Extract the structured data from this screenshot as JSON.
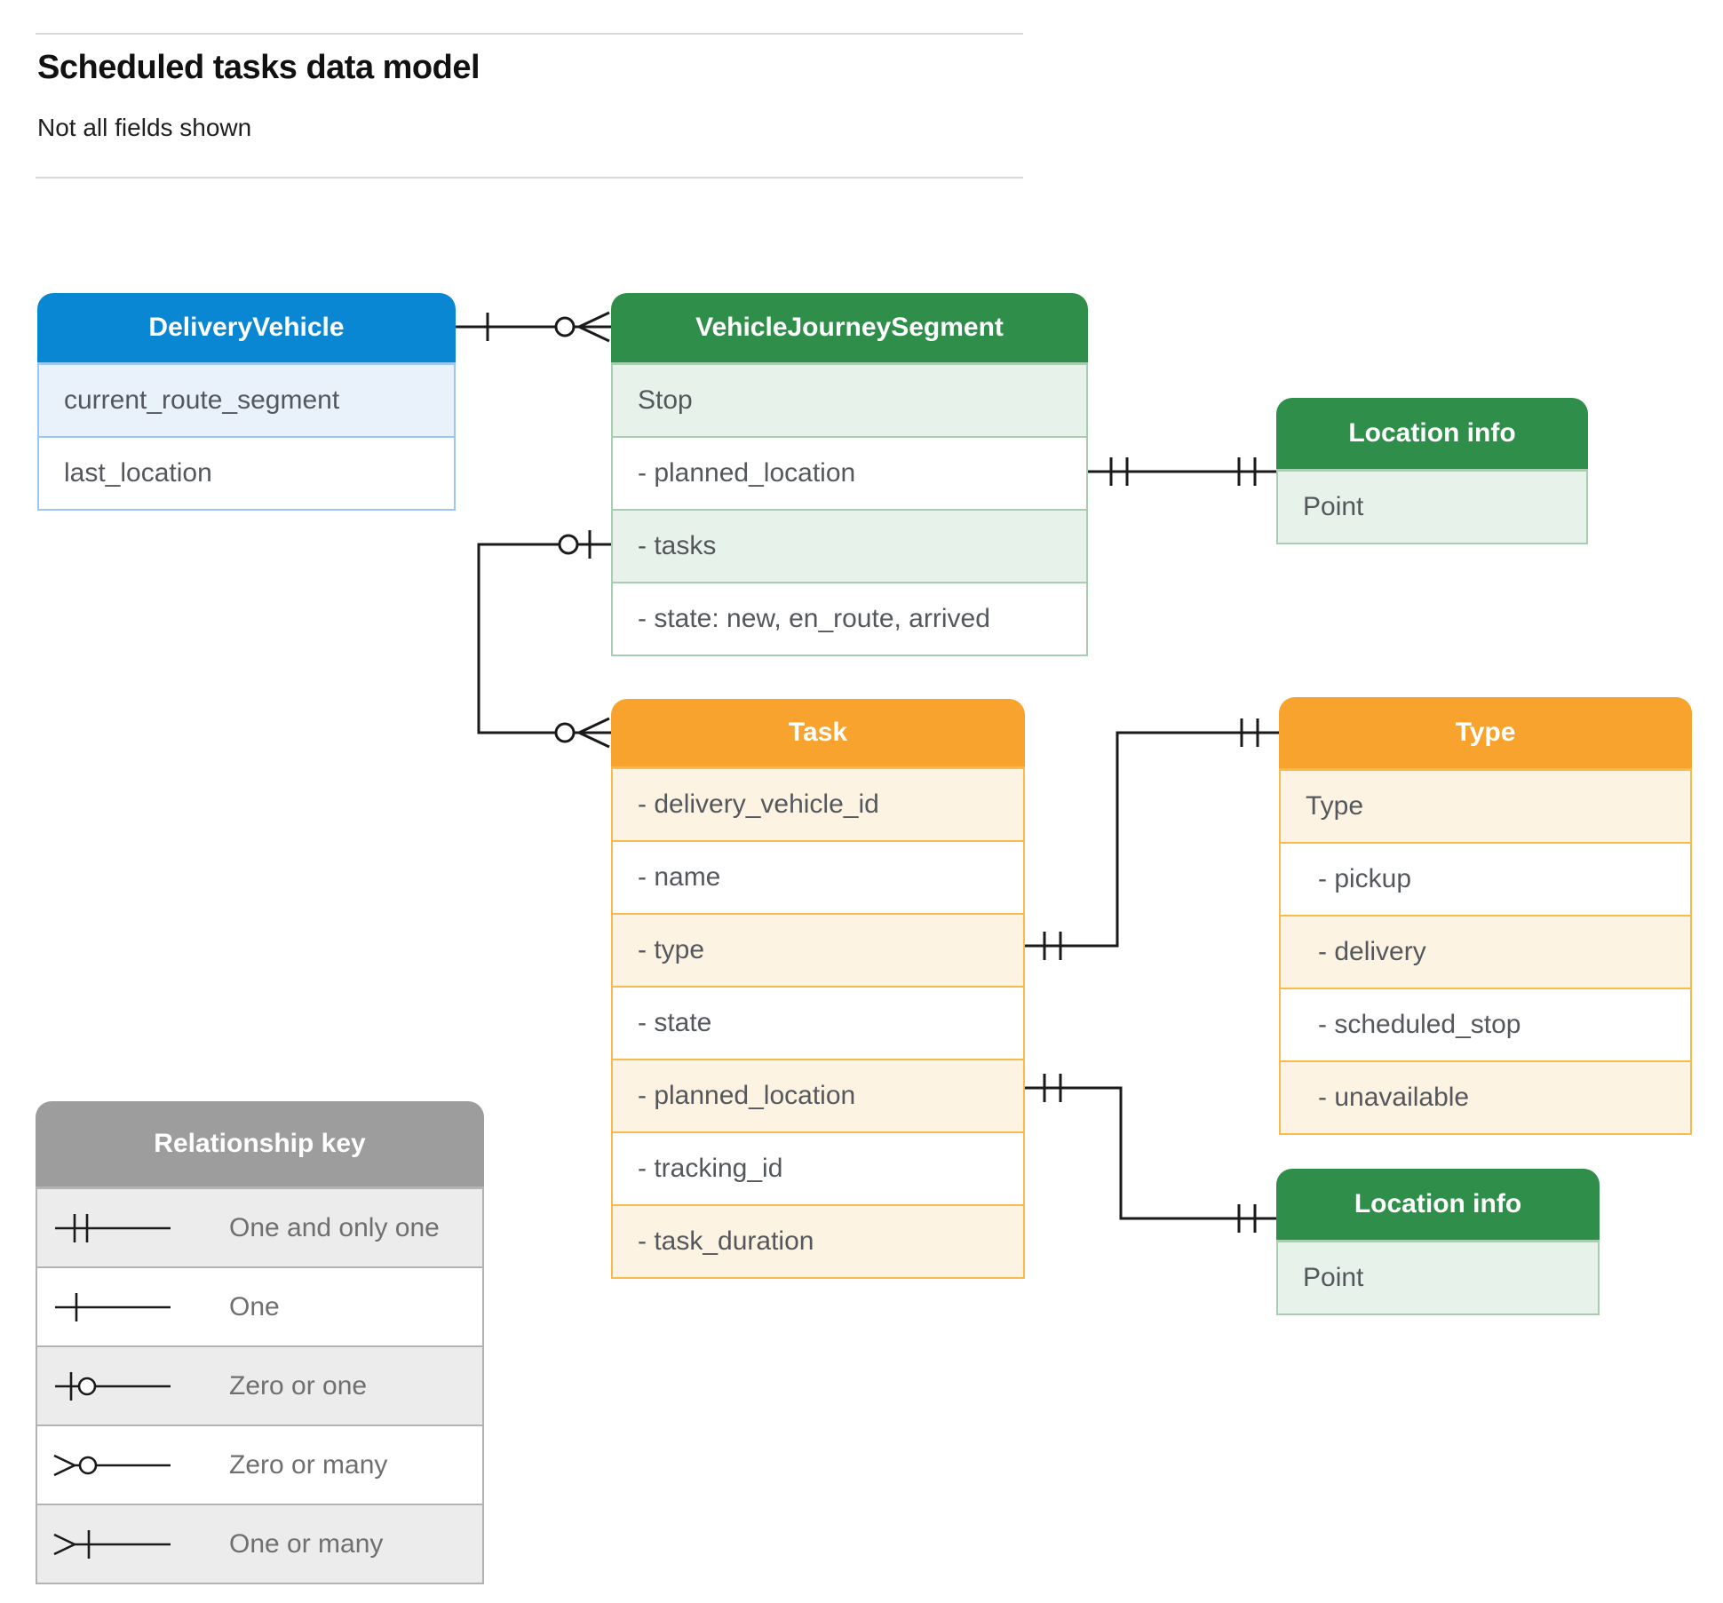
{
  "page": {
    "title": "Scheduled tasks data model",
    "subtitle": "Not all fields shown"
  },
  "entities": {
    "delivery_vehicle": {
      "title": "DeliveryVehicle",
      "fields": [
        {
          "label": "current_route_segment"
        },
        {
          "label": "last_location"
        }
      ]
    },
    "vehicle_journey_segment": {
      "title": "VehicleJourneySegment",
      "fields": [
        {
          "label": "Stop"
        },
        {
          "label": "- planned_location"
        },
        {
          "label": "- tasks"
        },
        {
          "label": "- state: new, en_route, arrived"
        }
      ]
    },
    "location_info_top": {
      "title": "Location info",
      "fields": [
        {
          "label": "Point"
        }
      ]
    },
    "task": {
      "title": "Task",
      "fields": [
        {
          "label": "- delivery_vehicle_id"
        },
        {
          "label": "- name"
        },
        {
          "label": "- type"
        },
        {
          "label": "- state"
        },
        {
          "label": "- planned_location"
        },
        {
          "label": "- tracking_id"
        },
        {
          "label": "- task_duration"
        }
      ]
    },
    "type": {
      "title": "Type",
      "fields": [
        {
          "label": "Type"
        },
        {
          "label": "- pickup"
        },
        {
          "label": "- delivery"
        },
        {
          "label": "- scheduled_stop"
        },
        {
          "label": "- unavailable"
        }
      ]
    },
    "location_info_bottom": {
      "title": "Location info",
      "fields": [
        {
          "label": "Point"
        }
      ]
    }
  },
  "relationship_key": {
    "title": "Relationship key",
    "items": [
      {
        "label": "One and only one",
        "symbol": "one-and-only-one"
      },
      {
        "label": "One",
        "symbol": "one"
      },
      {
        "label": "Zero or one",
        "symbol": "zero-or-one"
      },
      {
        "label": "Zero or many",
        "symbol": "zero-or-many"
      },
      {
        "label": "One or many",
        "symbol": "one-or-many"
      }
    ]
  },
  "relationships": [
    {
      "from": "DeliveryVehicle",
      "to": "VehicleJourneySegment",
      "from_cardinality": "one",
      "to_cardinality": "zero-or-many"
    },
    {
      "from": "VehicleJourneySegment.planned_location",
      "to": "Location info",
      "from_cardinality": "one-and-only-one",
      "to_cardinality": "one-and-only-one"
    },
    {
      "from": "VehicleJourneySegment.tasks",
      "to": "Task",
      "from_cardinality": "zero-or-one",
      "to_cardinality": "zero-or-many"
    },
    {
      "from": "Task.type",
      "to": "Type",
      "from_cardinality": "one-and-only-one",
      "to_cardinality": "one-and-only-one"
    },
    {
      "from": "Task.planned_location",
      "to": "Location info",
      "from_cardinality": "one-and-only-one",
      "to_cardinality": "one-and-only-one"
    }
  ],
  "colors": {
    "blue_header": "#0a87d2",
    "blue_row": "#e9f1fb",
    "green_header": "#2f8f4a",
    "green_row": "#e7f2ea",
    "orange_header": "#f7a32e",
    "orange_row": "#fdf3e2",
    "gray_header": "#9d9d9d",
    "gray_row": "#ececec",
    "connector": "#1a1a1a"
  }
}
